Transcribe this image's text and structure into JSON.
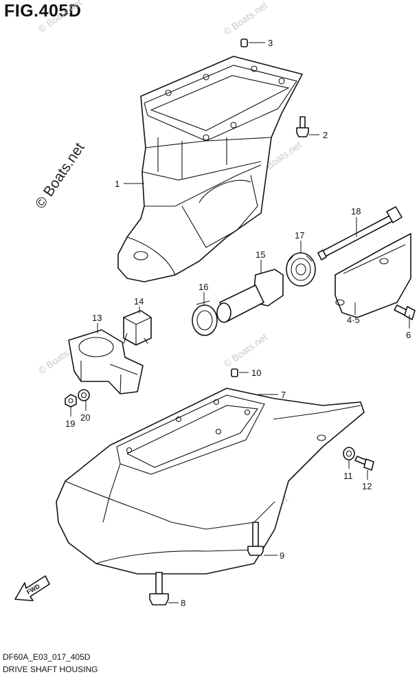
{
  "figure": {
    "title": "FIG.405D",
    "footer_code": "DF60A_E03_017_405D",
    "footer_title": "DRIVE SHAFT HOUSING"
  },
  "watermark": {
    "main": "© Boats.net",
    "faint": "© Boats.net"
  },
  "arrow": {
    "label": "FWD"
  },
  "callouts": {
    "c1": "1",
    "c2": "2",
    "c3": "3",
    "c45": "4·5",
    "c6": "6",
    "c7": "7",
    "c8": "8",
    "c9": "9",
    "c10": "10",
    "c11": "11",
    "c12": "12",
    "c13": "13",
    "c14": "14",
    "c15": "15",
    "c16": "16",
    "c17": "17",
    "c18": "18",
    "c19": "19",
    "c20": "20"
  }
}
